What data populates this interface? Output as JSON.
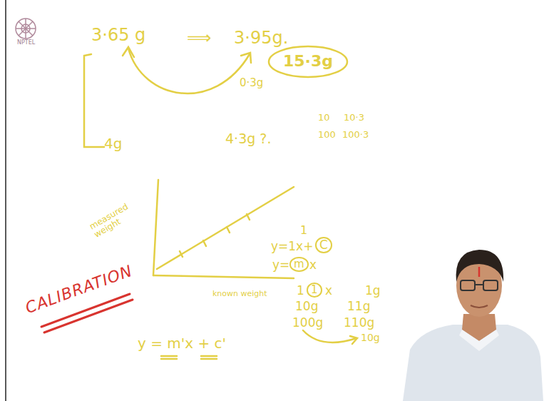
{
  "diagram": {
    "nodes": [
      {
        "text": [
          "15·3g"
        ]
      }
    ],
    "labels": [
      "NPTEL",
      "3·65 g",
      "⟹",
      "3·95g.",
      "0·3g",
      "4g",
      "4·3g ?.",
      "10",
      "10·3",
      "100",
      "100·3",
      "measured weight",
      "1",
      "y=1x+",
      "C",
      "y=",
      "m",
      "x",
      "known weight",
      "1",
      "1",
      "x",
      "1g",
      "10g",
      "11g",
      "100g",
      "110g",
      "10g",
      "y = m'x + c'",
      "CALIBRATION"
    ]
  }
}
